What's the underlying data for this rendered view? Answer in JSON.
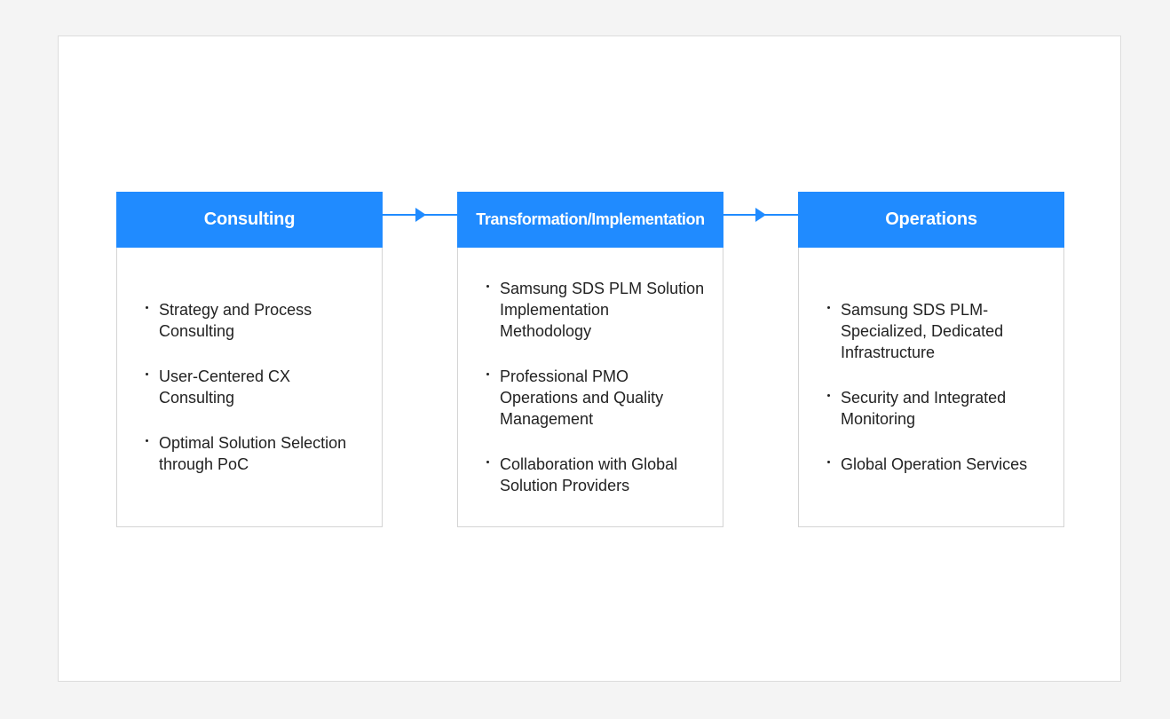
{
  "stages": [
    {
      "title": "Consulting",
      "items": [
        "Strategy and Process Consulting",
        "User-Centered CX Consulting",
        "Optimal Solution Selection through PoC"
      ]
    },
    {
      "title": "Transformation/Implementation",
      "items": [
        "Samsung SDS PLM Solution Implementation Methodology",
        "Professional PMO Operations and Quality Management",
        "Collaboration with Global Solution Providers"
      ]
    },
    {
      "title": "Operations",
      "items": [
        "Samsung SDS PLM-Specialized, Dedicated Infrastructure",
        "Security and Integrated Monitoring",
        "Global Operation Services"
      ]
    }
  ],
  "colors": {
    "accent": "#208bff",
    "border": "#d4d4d4",
    "text": "#222222"
  }
}
